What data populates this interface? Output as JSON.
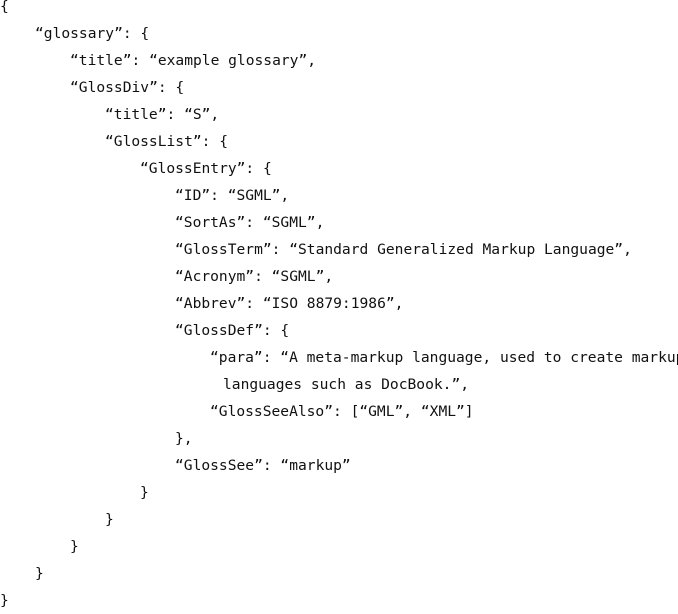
{
  "document": {
    "lines": [
      "{",
      "“glossary”: {",
      "“title”: “example glossary”,",
      "“GlossDiv”: {",
      "“title”: “S”,",
      "“GlossList”: {",
      "“GlossEntry”: {",
      "“ID”: “SGML”,",
      "“SortAs”: “SGML”,",
      "“GlossTerm”: “Standard Generalized Markup Language”,",
      "“Acronym”: “SGML”,",
      "“Abbrev”: “ISO 8879:1986”,",
      "“GlossDef”: {",
      "“para”: “A meta-markup language, used to create markup",
      "languages such as DocBook.”,",
      "“GlossSeeAlso”: [“GML”, “XML”]",
      "},",
      "“GlossSee”: “markup”",
      "}",
      "}",
      "}",
      "}",
      "}"
    ]
  }
}
